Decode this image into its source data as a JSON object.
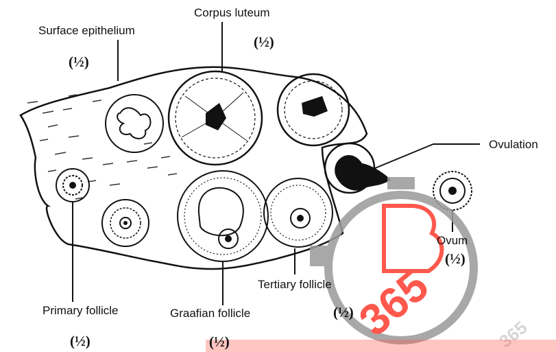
{
  "diagram": {
    "labels": {
      "surface_epithelium": "Surface epithelium",
      "corpus_luteum": "Corpus luteum",
      "ovulation": "Ovulation",
      "ovum": "Ovum",
      "primary_follicle": "Primary follicle",
      "graafian_follicle": "Graafian follicle",
      "tertiary_follicle": "Tertiary follicle"
    },
    "marks": {
      "surface_epithelium": "(½)",
      "corpus_luteum": "(½)",
      "ovum": "(½)",
      "tertiary_follicle": "(½)",
      "primary_follicle": "(½)",
      "graafian_follicle": "(½)"
    }
  },
  "watermark": {
    "big_number": "365",
    "small_number": "365",
    "colors": {
      "brand": "#ff3b2f",
      "timer": "#9a9a9a"
    }
  }
}
